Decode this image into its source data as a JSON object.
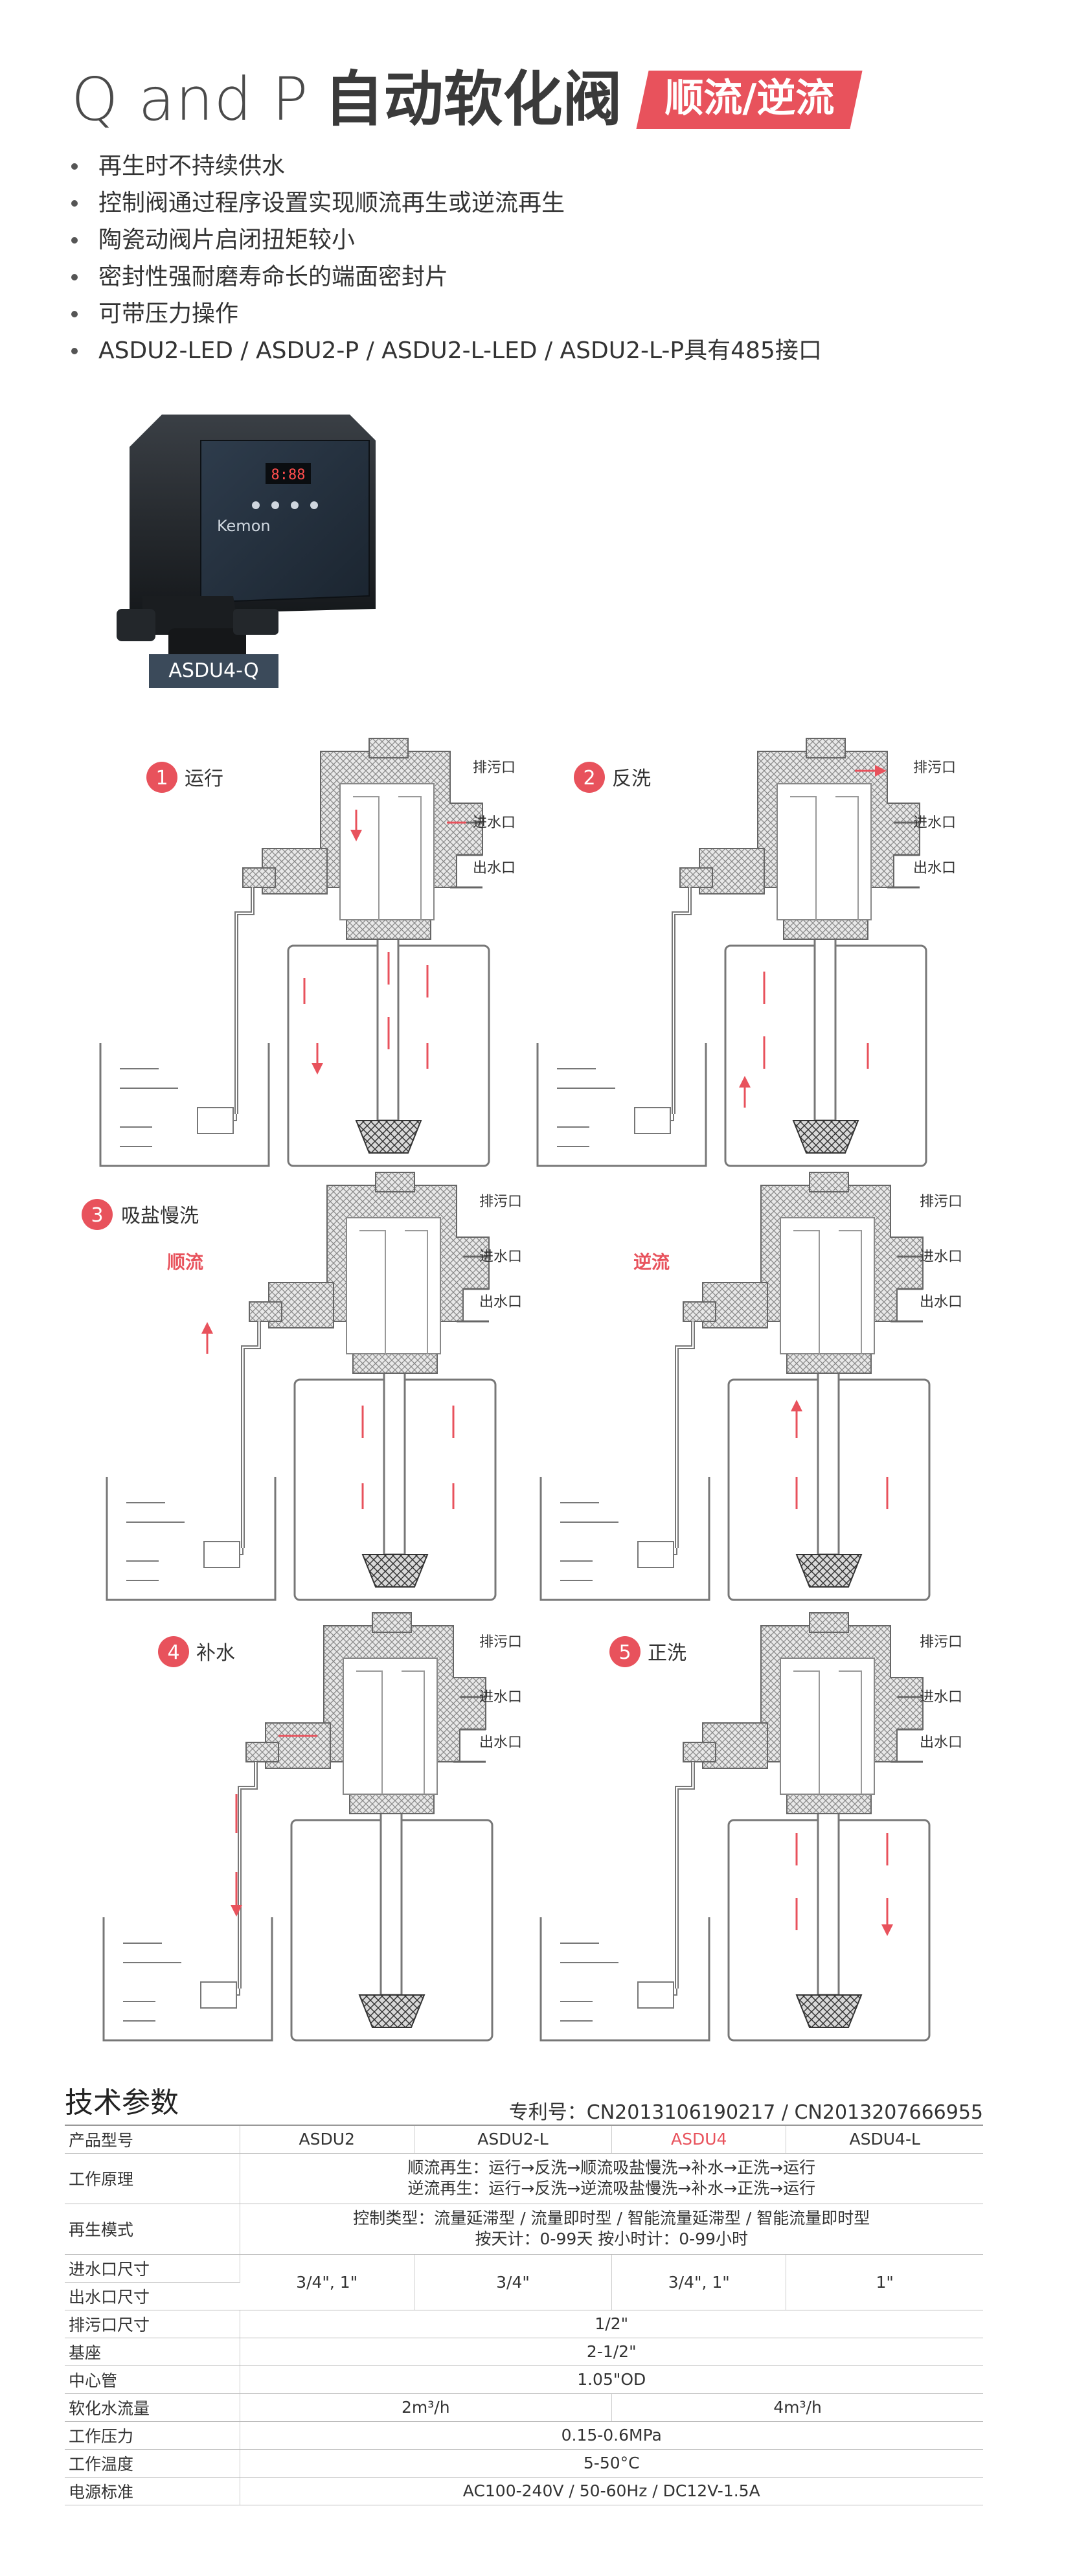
{
  "header": {
    "title_latin": "Q and P",
    "title_cn": "自动软化阀",
    "badge": "顺流/逆流"
  },
  "features": [
    "再生时不持续供水",
    "控制阀通过程序设置实现顺流再生或逆流再生",
    "陶瓷动阀片启闭扭矩较小",
    "密封性强耐磨寿命长的端面密封片",
    "可带压力操作",
    "ASDU2-LED / ASDU2-P / ASDU2-L-LED / ASDU2-L-P具有485接口"
  ],
  "product": {
    "brand": "Kemon",
    "display": "8:88",
    "model_label": "ASDU4-Q"
  },
  "diagrams": {
    "ports": {
      "drain": "排污口",
      "inlet": "进水口",
      "outlet": "出水口"
    },
    "steps": [
      {
        "num": "1",
        "label": "运行"
      },
      {
        "num": "2",
        "label": "反洗"
      },
      {
        "num": "3",
        "label": "吸盐慢洗"
      },
      {
        "num": "4",
        "label": "补水"
      },
      {
        "num": "5",
        "label": "正洗"
      }
    ],
    "tags": {
      "downflow": "顺流",
      "upflow": "逆流"
    },
    "accent_color": "#e8525c"
  },
  "spec": {
    "title": "技术参数",
    "patent": "专利号：CN2013106190217 / CN2013207666955",
    "model_label": "产品型号",
    "models": [
      "ASDU2",
      "ASDU2-L",
      "ASDU4",
      "ASDU4-L"
    ],
    "principle_label": "工作原理",
    "principle": [
      "顺流再生：运行→反洗→顺流吸盐慢洗→补水→正洗→运行",
      "逆流再生：运行→反洗→逆流吸盐慢洗→补水→正洗→运行"
    ],
    "mode_label": "再生模式",
    "mode": [
      "控制类型：流量延滞型 / 流量即时型 / 智能流量延滞型 / 智能流量即时型",
      "按天计：0-99天    按小时计：0-99小时"
    ],
    "inlet_label": "进水口尺寸",
    "outlet_label": "出水口尺寸",
    "port_sizes": [
      "3/4\", 1\"",
      "3/4\"",
      "3/4\", 1\"",
      "1\""
    ],
    "drain_label": "排污口尺寸",
    "drain": "1/2\"",
    "base_label": "基座",
    "base": "2-1/2\"",
    "riser_label": "中心管",
    "riser": "1.05\"OD",
    "flow_label": "软化水流量",
    "flow": [
      "2m³/h",
      "4m³/h"
    ],
    "pressure_label": "工作压力",
    "pressure": "0.15-0.6MPa",
    "temp_label": "工作温度",
    "temp": "5-50°C",
    "power_label": "电源标准",
    "power": "AC100-240V / 50-60Hz / DC12V-1.5A"
  }
}
